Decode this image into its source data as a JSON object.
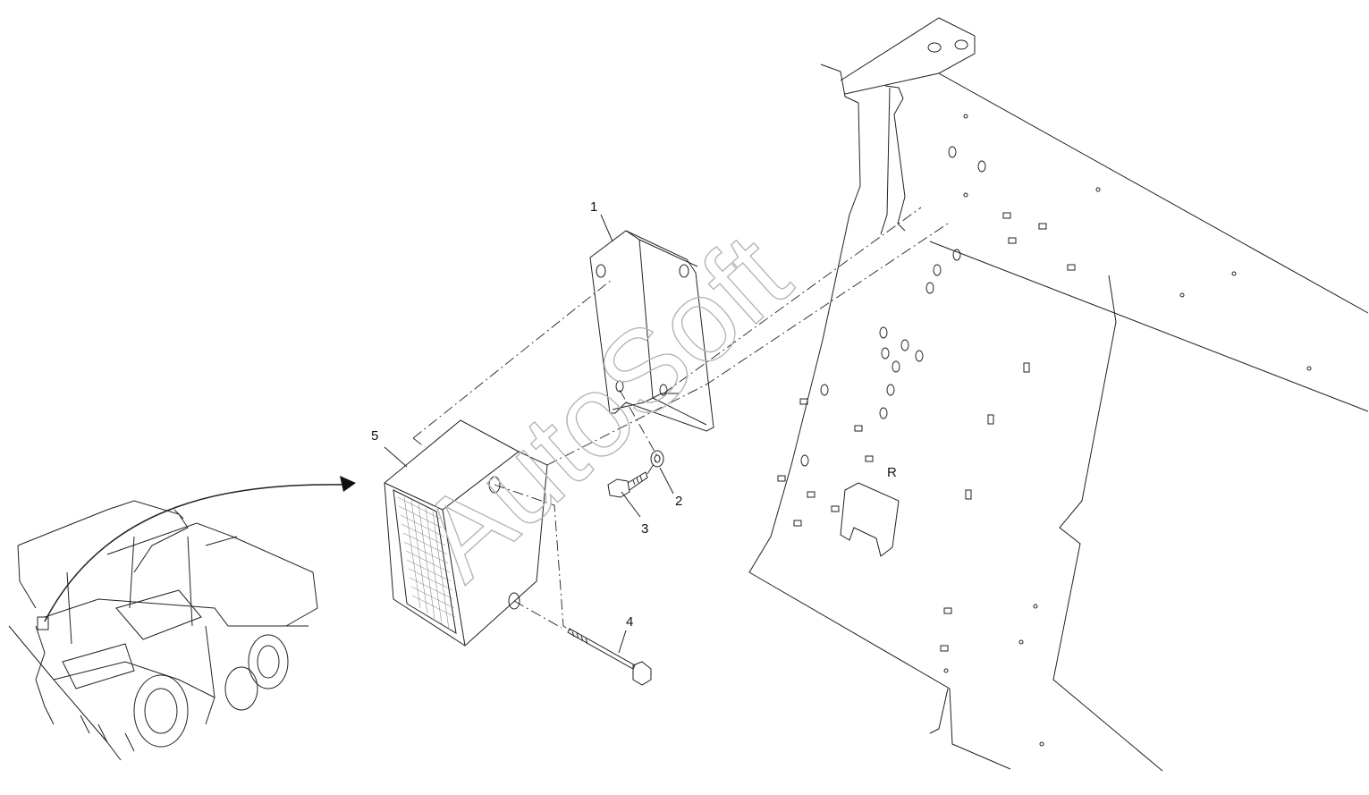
{
  "diagram": {
    "callouts": [
      {
        "id": "1",
        "text": "1"
      },
      {
        "id": "2",
        "text": "2"
      },
      {
        "id": "3",
        "text": "3"
      },
      {
        "id": "4",
        "text": "4"
      },
      {
        "id": "5",
        "text": "5"
      }
    ],
    "watermark": "AutoSoft",
    "frame_marking": "R"
  }
}
